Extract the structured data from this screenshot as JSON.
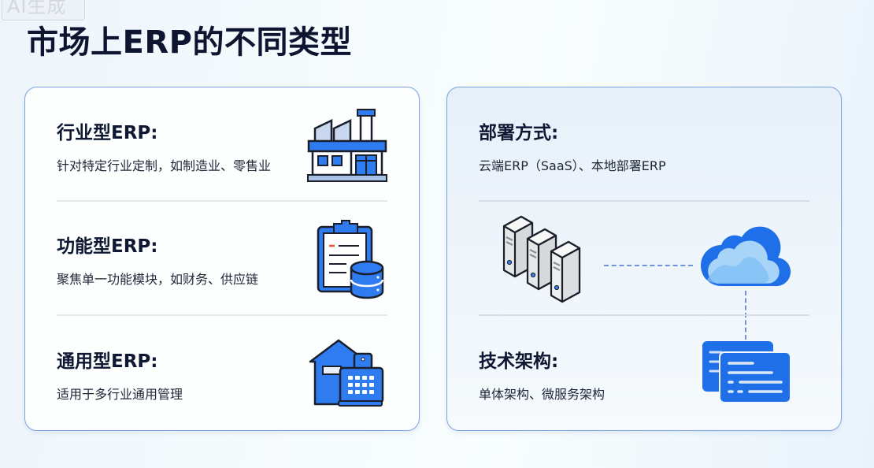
{
  "watermark": "AI生成",
  "title": "市场上ERP的不同类型",
  "left_card": {
    "items": [
      {
        "title": "行业型ERP:",
        "desc": "针对特定行业定制，如制造业、零售业",
        "icon": "factory-icon"
      },
      {
        "title": "功能型ERP:",
        "desc": "聚焦单一功能模块，如财务、供应链",
        "icon": "clipboard-database-icon"
      },
      {
        "title": "通用型ERP:",
        "desc": "适用于多行业通用管理",
        "icon": "house-calculator-icon"
      }
    ]
  },
  "right_card": {
    "deployment": {
      "title": "部署方式:",
      "desc": "云端ERP（SaaS）、本地部署ERP"
    },
    "diagram": {
      "left_icon": "server-rack-icon",
      "right_icon": "cloud-icon",
      "bottom_icon": "windows-stack-icon"
    },
    "architecture": {
      "title": "技术架构:",
      "desc": "单体架构、微服务架构"
    }
  },
  "colors": {
    "accent": "#2f7bf0",
    "border": "#7aa2e0",
    "title": "#0d1530"
  }
}
